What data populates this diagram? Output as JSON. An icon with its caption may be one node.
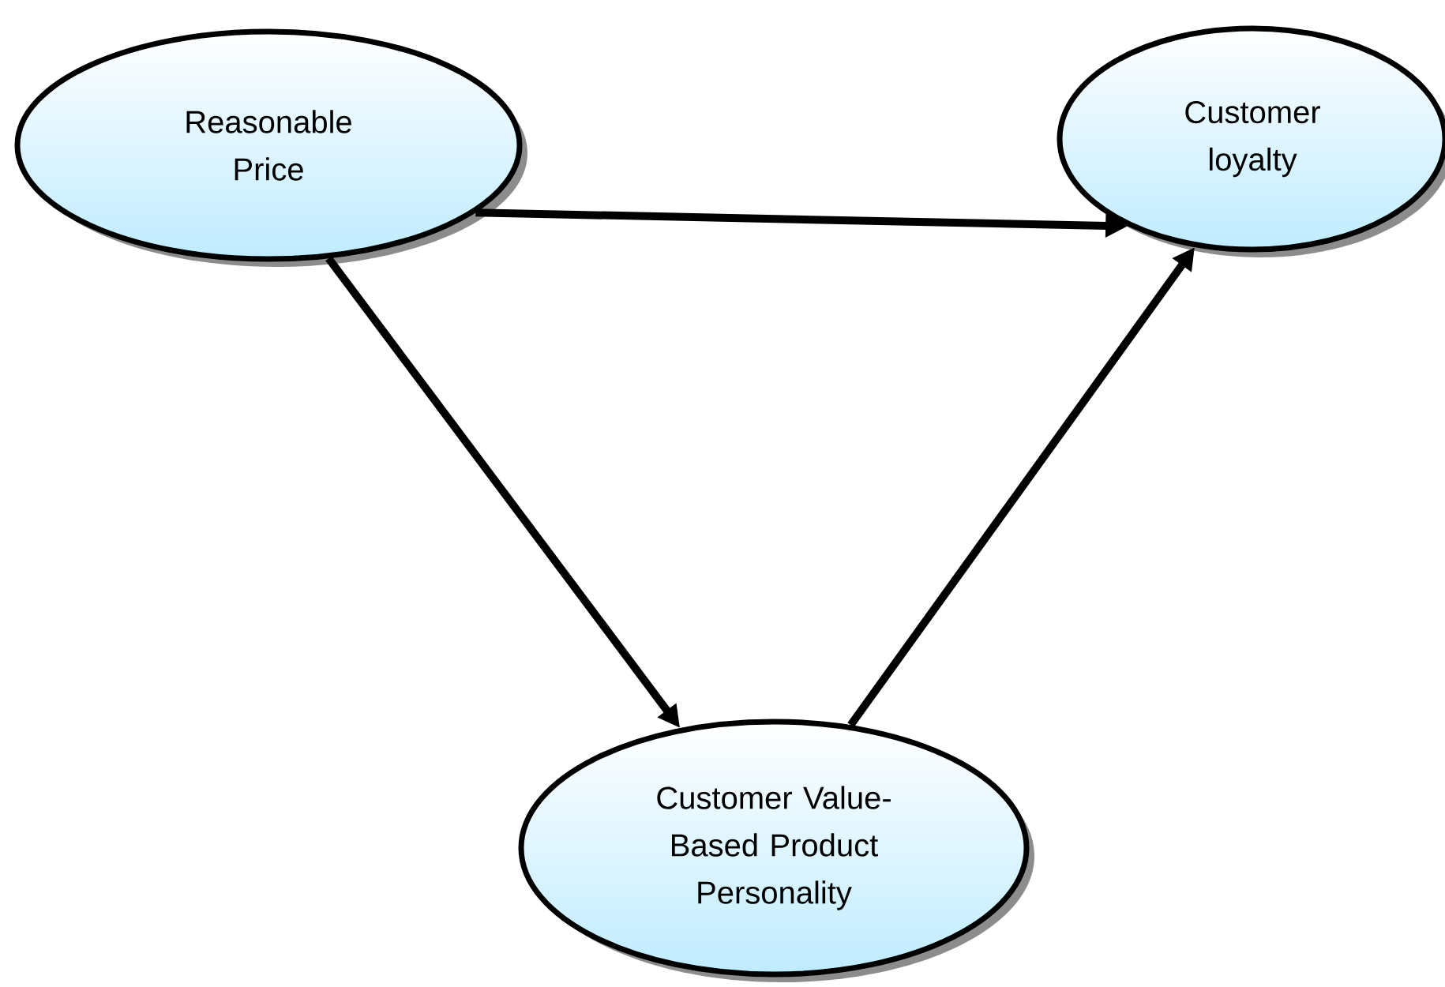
{
  "diagram": {
    "nodes": [
      {
        "text": [
          "Reasonable Price"
        ]
      },
      {
        "text": [
          "Customer loyalty"
        ]
      },
      {
        "text": [
          "Customer Value-Based Product Personality"
        ]
      }
    ],
    "edges": [
      {
        "from": 0,
        "to": 1,
        "arrow": "to"
      },
      {
        "from": 0,
        "to": 2,
        "arrow": "to"
      },
      {
        "from": 2,
        "to": 1,
        "arrow": "to"
      }
    ]
  }
}
